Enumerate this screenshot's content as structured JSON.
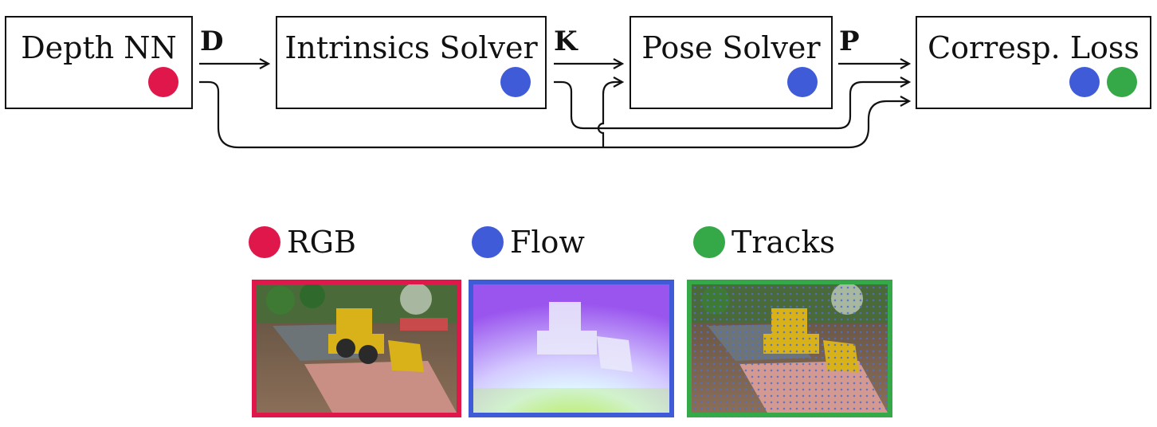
{
  "pipeline": {
    "blocks": [
      {
        "label": "Depth NN",
        "dots": [
          "#e0174a"
        ]
      },
      {
        "label": "Intrinsics Solver",
        "dots": [
          "#3f5bd8"
        ]
      },
      {
        "label": "Pose Solver",
        "dots": [
          "#3f5bd8"
        ]
      },
      {
        "label": "Corresp. Loss",
        "dots": [
          "#3f5bd8",
          "#35a847"
        ]
      }
    ],
    "edges": [
      {
        "label": "D"
      },
      {
        "label": "K"
      },
      {
        "label": "P"
      }
    ]
  },
  "legend": [
    {
      "label": "RGB",
      "color": "#e0174a"
    },
    {
      "label": "Flow",
      "color": "#3f5bd8"
    },
    {
      "label": "Tracks",
      "color": "#35a847"
    }
  ],
  "colors": {
    "rgb": "#e0174a",
    "flow": "#3f5bd8",
    "tracks": "#35a847",
    "line": "#111111"
  },
  "images": [
    {
      "kind": "rgb-photo",
      "border": "#e0174a"
    },
    {
      "kind": "optical-flow-map",
      "border": "#3f5bd8"
    },
    {
      "kind": "tracks-overlay",
      "border": "#35a847"
    }
  ]
}
